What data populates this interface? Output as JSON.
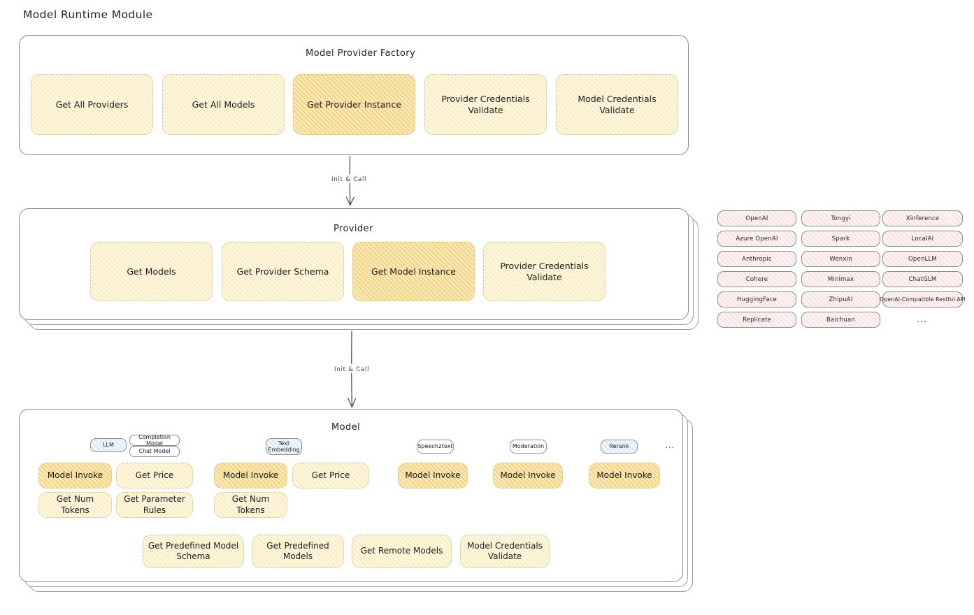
{
  "page_title": "Model Runtime Module",
  "sections": {
    "factory": {
      "title": "Model Provider Factory",
      "nodes": [
        {
          "label": "Get All Providers",
          "highlight": false
        },
        {
          "label": "Get All Models",
          "highlight": false
        },
        {
          "label": "Get Provider Instance",
          "highlight": true
        },
        {
          "label": "Provider Credentials Validate",
          "highlight": false
        },
        {
          "label": "Model Credentials Validate",
          "highlight": false
        }
      ]
    },
    "provider": {
      "title": "Provider",
      "nodes": [
        {
          "label": "Get Models",
          "highlight": false
        },
        {
          "label": "Get Provider Schema",
          "highlight": false
        },
        {
          "label": "Get Model Instance",
          "highlight": true
        },
        {
          "label": "Provider Credentials Validate",
          "highlight": false
        }
      ]
    },
    "model": {
      "title": "Model",
      "groups": [
        {
          "type": "LLM",
          "type_highlight": true,
          "subtypes": [
            "Completion Model",
            "Chat Model"
          ],
          "nodes": [
            {
              "label": "Model Invoke",
              "highlight": true
            },
            {
              "label": "Get Price",
              "highlight": false
            },
            {
              "label": "Get Num Tokens",
              "highlight": false
            },
            {
              "label": "Get Parameter Rules",
              "highlight": false
            }
          ]
        },
        {
          "type": "Text Embedding",
          "type_highlight": true,
          "subtypes": [],
          "nodes": [
            {
              "label": "Model Invoke",
              "highlight": true
            },
            {
              "label": "Get Price",
              "highlight": false
            },
            {
              "label": "Get Num Tokens",
              "highlight": false
            }
          ]
        },
        {
          "type": "Speech2text",
          "type_highlight": false,
          "subtypes": [],
          "nodes": [
            {
              "label": "Model Invoke",
              "highlight": true
            }
          ]
        },
        {
          "type": "Moderation",
          "type_highlight": false,
          "subtypes": [],
          "nodes": [
            {
              "label": "Model Invoke",
              "highlight": true
            }
          ]
        },
        {
          "type": "Rerank",
          "type_highlight": true,
          "subtypes": [],
          "nodes": [
            {
              "label": "Model Invoke",
              "highlight": true
            }
          ]
        }
      ],
      "more_indicator": "...",
      "shared_nodes": [
        {
          "label": "Get Predefined Model Schema"
        },
        {
          "label": "Get Predefined Models"
        },
        {
          "label": "Get Remote Models"
        },
        {
          "label": "Model Credentials Validate"
        }
      ]
    }
  },
  "arrows": [
    {
      "label": "Init & Call"
    },
    {
      "label": "Init & Call"
    }
  ],
  "provider_list": {
    "columns": [
      [
        "OpenAI",
        "Azure OpenAI",
        "Anthropic",
        "Cohere",
        "HuggingFace",
        "Replicate"
      ],
      [
        "Tongyi",
        "Spark",
        "Wenxin",
        "Minimax",
        "ZhipuAI",
        "Baichuan"
      ],
      [
        "Xinference",
        "LocalAI",
        "OpenLLM",
        "ChatGLM",
        "OpenAI-Compatible Restful API"
      ]
    ],
    "more_indicator": "..."
  },
  "colors": {
    "pale_yellow": "#fdf6dd",
    "strong_yellow": "#fbeab7",
    "pink": "#fdf2f2",
    "blue": "#f0f6fb",
    "stroke": "#8a8a8a",
    "text": "#1e1e1e"
  }
}
